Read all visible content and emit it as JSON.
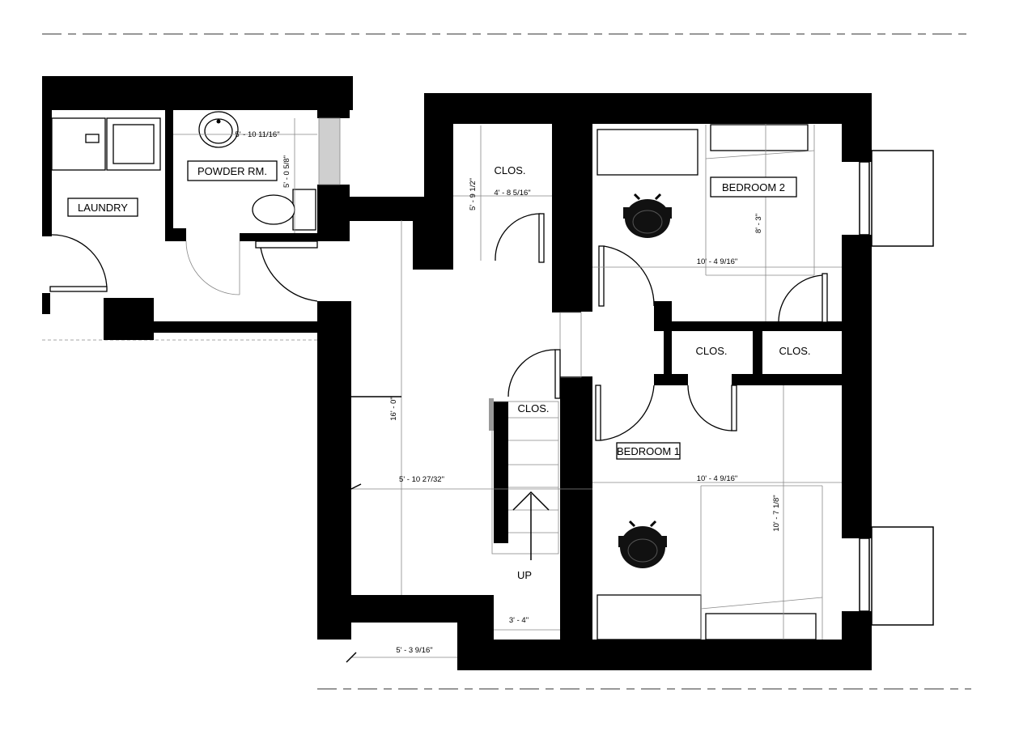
{
  "rooms": {
    "laundry": "LAUNDRY",
    "powder": "POWDER RM.",
    "closet_entry": "CLOS.",
    "bedroom2": "BEDROOM 2",
    "closet_mid_left": "CLOS.",
    "closet_mid_right": "CLOS.",
    "closet_stair": "CLOS.",
    "bedroom1": "BEDROOM 1",
    "stair_up": "UP"
  },
  "dimensions": {
    "powder_width": "5' - 10 11/16\"",
    "powder_depth": "5' - 0 5/8\"",
    "closet_height": "5' - 9 1/2\"",
    "closet_width": "4' - 8 5/16\"",
    "bedroom2_depth": "8' - 3\"",
    "bedroom2_width": "10' - 4 9/16\"",
    "hall_length": "16' - 0\"",
    "hall_width": "5' - 10 27/32\"",
    "bedroom1_width": "10' - 4 9/16\"",
    "bedroom1_depth": "10' - 7 1/8\"",
    "stair_width": "3' - 4\"",
    "entry_width": "5' - 3 9/16\""
  },
  "icons": {
    "desk_chair": "office-chair-icon",
    "toilet": "toilet-icon",
    "sink": "sink-icon",
    "washer": "washer-icon",
    "stair_arrow": "arrow-up-icon"
  }
}
